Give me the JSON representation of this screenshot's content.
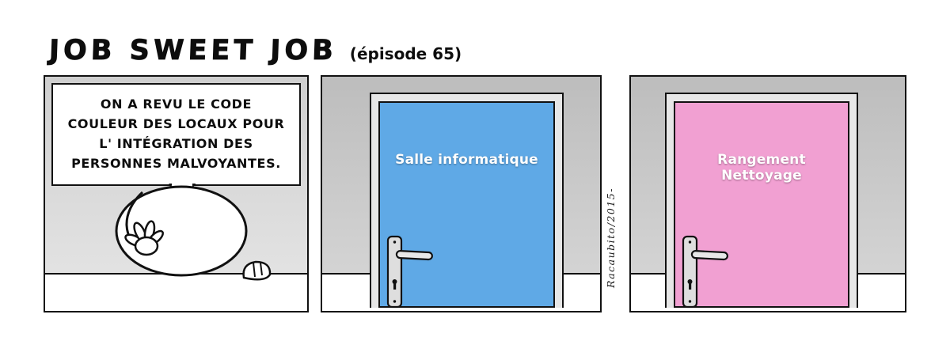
{
  "header": {
    "title": "JOB SWEET JOB",
    "episode": "(épisode 65)"
  },
  "signature": "Racaubito/2015-",
  "panel1": {
    "speech_text": "ON A REVU LE CODE\nCOULEUR DES LOCAUX POUR\nL' INTÉGRATION DES\nPERSONNES MALVOYANTES."
  },
  "panel2": {
    "door_label": "Salle informatique",
    "door_color": "#5fa9e6"
  },
  "panel3": {
    "door_label": "Rangement Nettoyage",
    "door_color": "#f1a0d2"
  },
  "colors": {
    "wall": "#c6c6c6",
    "door_frame": "#e7e7e7",
    "ink": "#111111",
    "floor": "#ffffff"
  }
}
